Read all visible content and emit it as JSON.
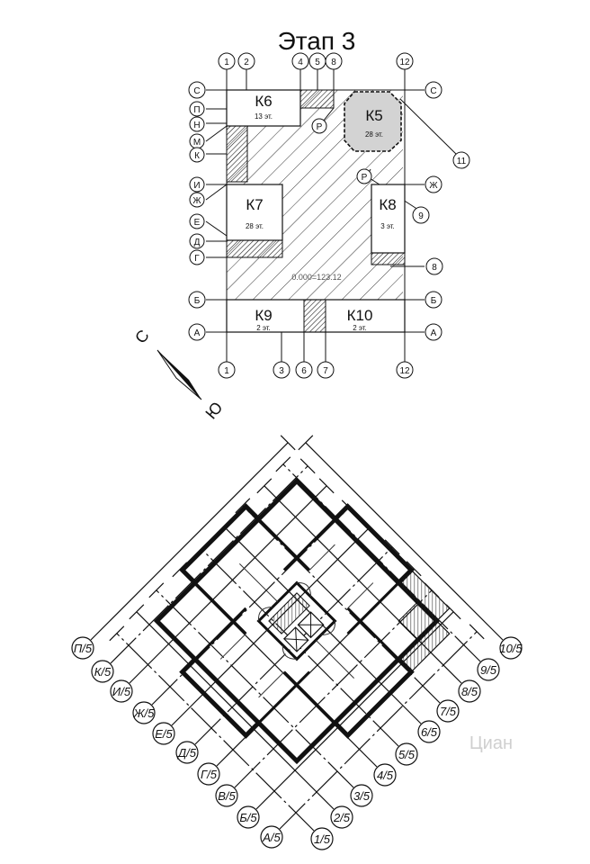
{
  "title": "Этап 3",
  "site_plan": {
    "top_axes": [
      "1",
      "2",
      "4",
      "5",
      "8",
      "12"
    ],
    "bottom_axes": [
      "1",
      "3",
      "6",
      "7",
      "12"
    ],
    "left_axes": [
      "С",
      "П",
      "Н",
      "М",
      "К",
      "И",
      "Ж",
      "Е",
      "Д",
      "Г",
      "Б",
      "А"
    ],
    "right_axes": [
      "С",
      "Ж",
      "Б",
      "А"
    ],
    "callouts": [
      "Р",
      "Р",
      "11",
      "9",
      "8"
    ],
    "buildings": [
      {
        "name": "К6",
        "floors": "13 эт."
      },
      {
        "name": "К5",
        "floors": "28 эт."
      },
      {
        "name": "К7",
        "floors": "28 эт."
      },
      {
        "name": "К8",
        "floors": "3 эт."
      },
      {
        "name": "К9",
        "floors": "2 эт."
      },
      {
        "name": "К10",
        "floors": "2 эт."
      }
    ],
    "elevation": "0.000=123.12"
  },
  "compass": {
    "north": "С",
    "south": "Ю"
  },
  "floor_plan": {
    "left_axes": [
      "П/5",
      "К/5",
      "И/5",
      "Ж/5",
      "Е/5",
      "Д/5",
      "Г/5",
      "В/5",
      "Б/5",
      "А/5"
    ],
    "right_axes": [
      "10/5",
      "9/5",
      "8/5",
      "7/5",
      "6/5",
      "5/5",
      "4/5",
      "3/5",
      "2/5",
      "1/5"
    ]
  },
  "watermark": "Циан"
}
